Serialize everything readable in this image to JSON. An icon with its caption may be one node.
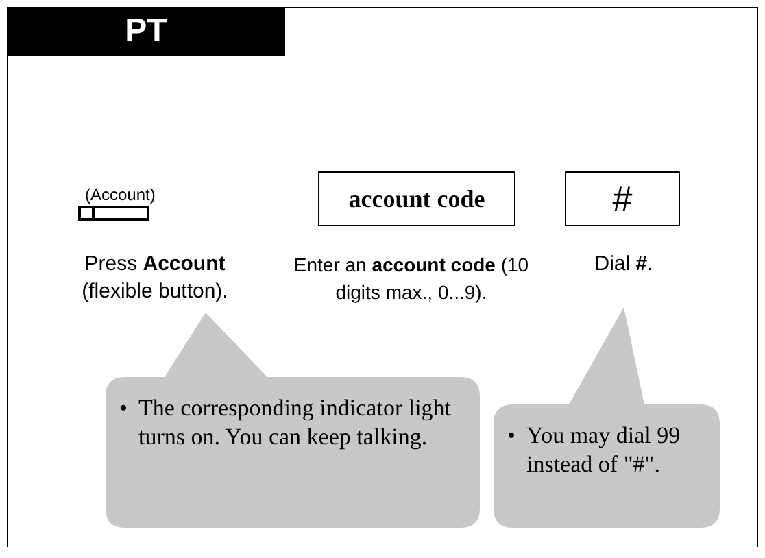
{
  "diagram": {
    "title": "PT",
    "nodes": [
      {
        "text": [
          "(Account)"
        ]
      },
      {
        "text": [
          "account code"
        ]
      },
      {
        "text": [
          "#"
        ]
      },
      {
        "text": [
          "•",
          "The corresponding indicator light turns on. You can keep talking."
        ]
      },
      {
        "text": [
          "•",
          "You may dial 99 instead of \"#\"."
        ]
      }
    ],
    "labels": [
      "Press **Account** (flexible button).",
      "Enter an **account code** (10 digits max., 0...9).",
      "Dial **#**."
    ]
  }
}
